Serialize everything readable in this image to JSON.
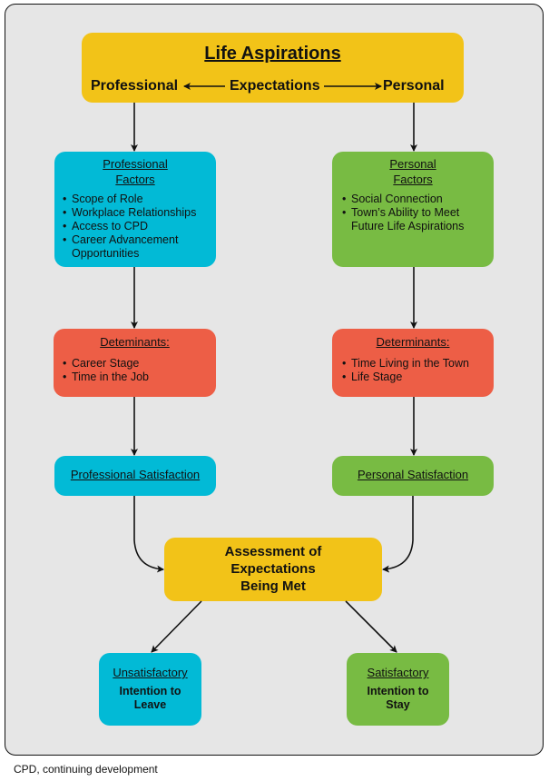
{
  "top": {
    "title": "Life Aspirations",
    "left_label": "Professional",
    "middle_label": "Expectations",
    "right_label": "Personal"
  },
  "professional_factors": {
    "title_line1": "Professional",
    "title_line2": "Factors",
    "items": [
      "Scope of Role",
      "Workplace Relationships",
      "Access to CPD",
      "Career Advancement",
      "Opportunities"
    ]
  },
  "personal_factors": {
    "title_line1": "Personal",
    "title_line2": "Factors",
    "items": [
      "Social Connection",
      "Town’s Ability to Meet",
      "Future Life Aspirations"
    ]
  },
  "professional_determinants": {
    "title": "Deteminants:",
    "items": [
      "Career Stage",
      "Time in the Job"
    ]
  },
  "personal_determinants": {
    "title": "Determinants:",
    "items": [
      "Time Living in the Town",
      "Life Stage"
    ]
  },
  "professional_satisfaction": "Professional Satisfaction",
  "personal_satisfaction": "Personal Satisfaction",
  "assessment": {
    "line1": "Assessment of",
    "line2": "Expectations",
    "line3": "Being Met"
  },
  "outcome_unsatisfactory": {
    "title": "Unsatisfactory",
    "line1": "Intention to",
    "line2": "Leave"
  },
  "outcome_satisfactory": {
    "title": "Satisfactory",
    "line1": "Intention to",
    "line2": "Stay"
  },
  "footnote": "CPD, continuing development",
  "colors": {
    "yellow": "#f2c318",
    "blue": "#02bad6",
    "green": "#78bb43",
    "red": "#ed5e46",
    "background": "#e6e6e6"
  }
}
